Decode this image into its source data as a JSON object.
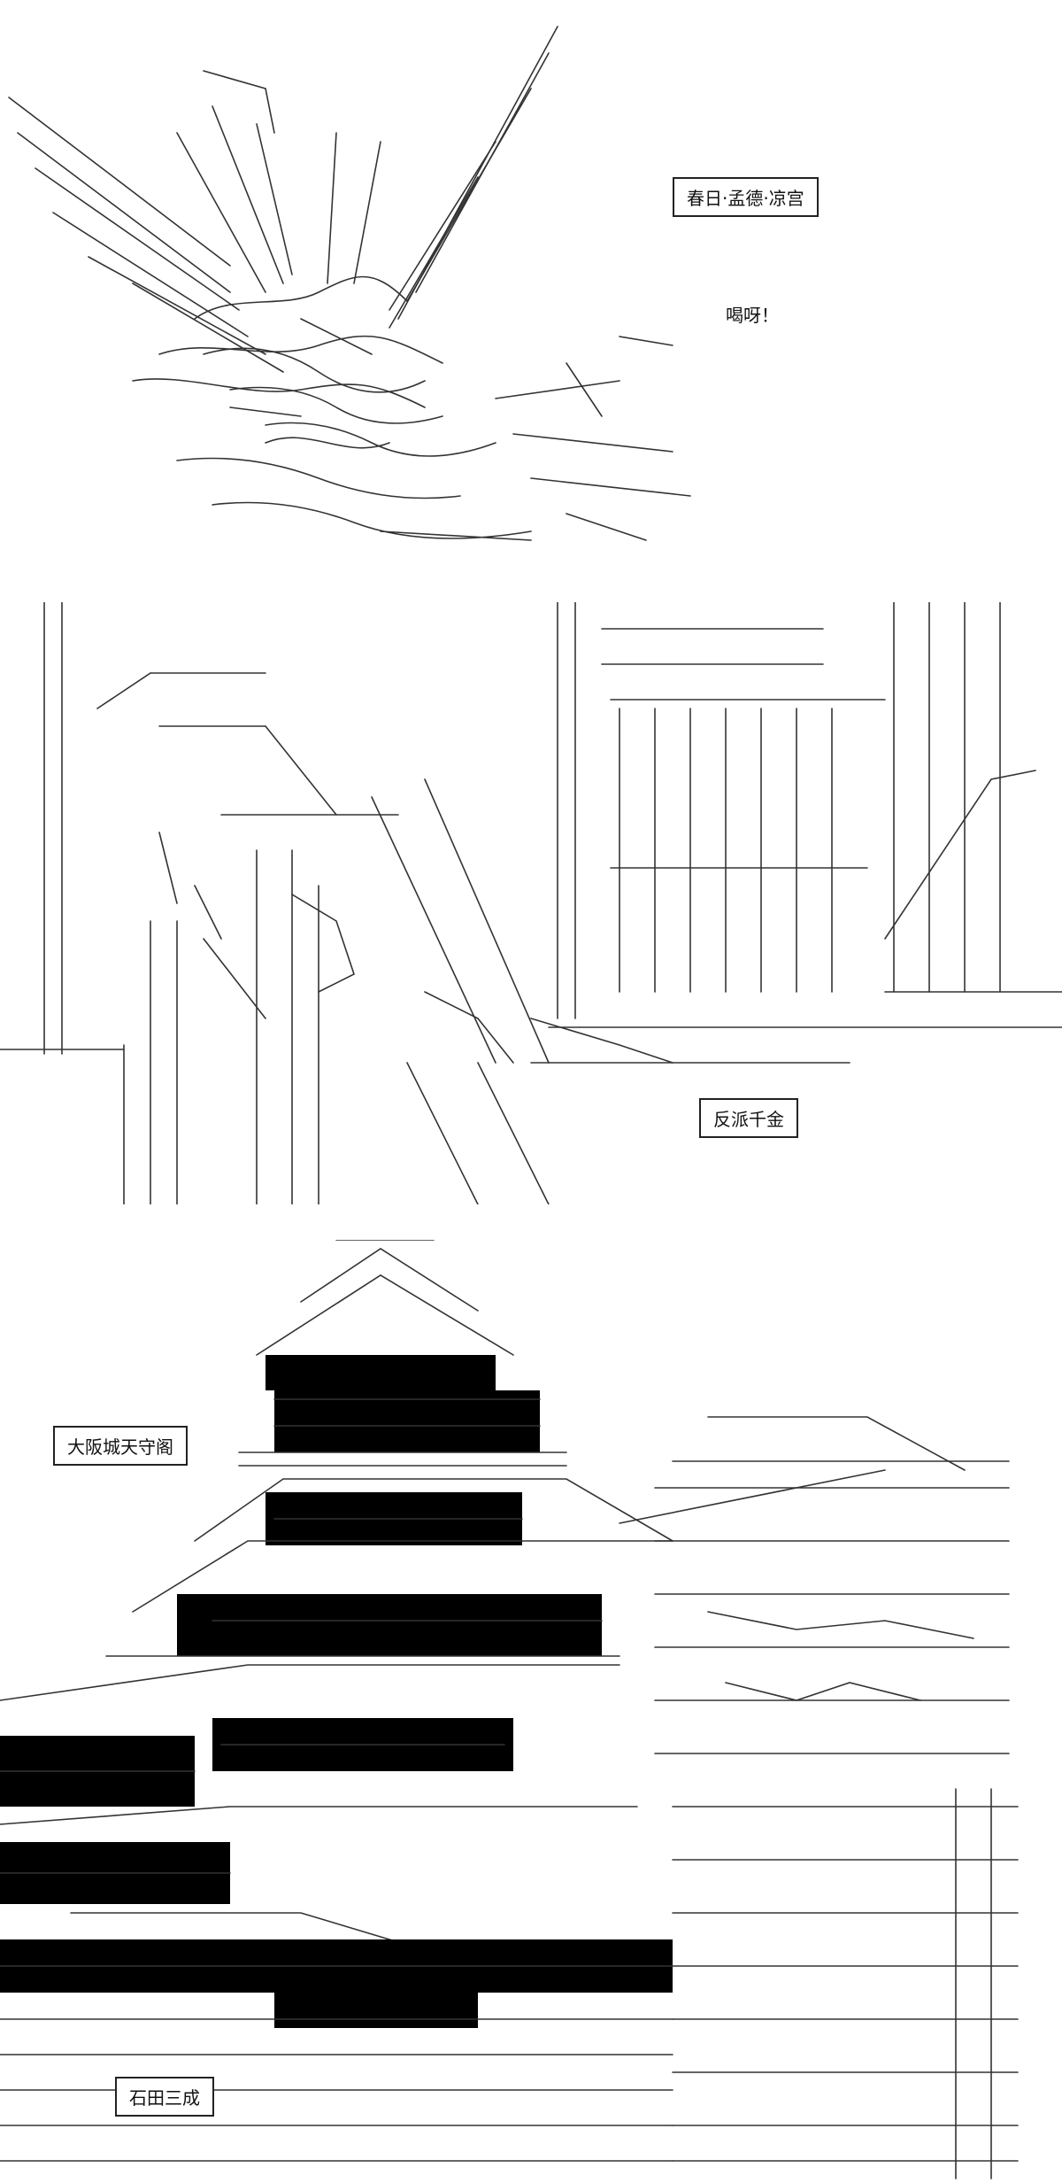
{
  "panels": {
    "p1": {
      "speaker": "春日·孟德·凉宫",
      "dialogue": "喝呀！"
    },
    "p2": {
      "caption": "反派千金"
    },
    "p3": {
      "location": "大阪城天守阁",
      "speaker": "石田三成"
    }
  }
}
